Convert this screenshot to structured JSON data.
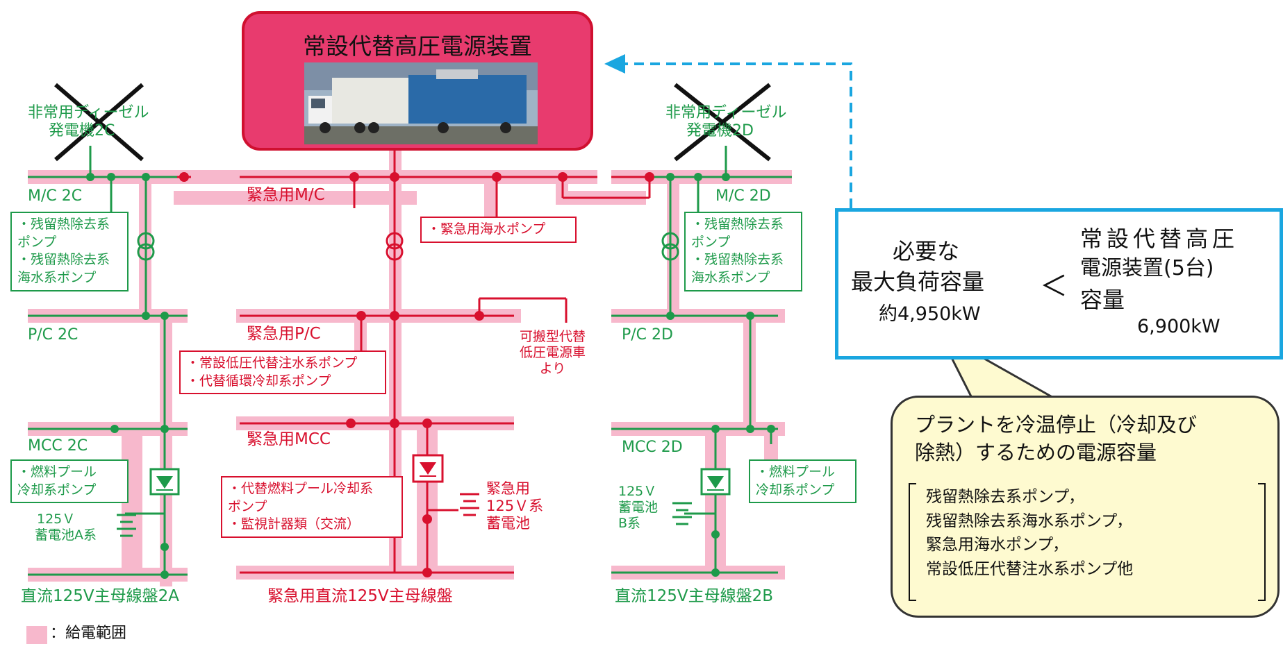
{
  "source": {
    "title": "常設代替高圧電源装置"
  },
  "generators": {
    "left": {
      "line1": "非常用ディーゼル",
      "line2": "発電機2C"
    },
    "right": {
      "line1": "非常用ディーゼル",
      "line2": "発電機2D"
    }
  },
  "buses": {
    "mc_2c": "M/C 2C",
    "mc_2d": "M/C 2D",
    "emergency_mc": "緊急用M/C",
    "pc_2c": "P/C 2C",
    "pc_2d": "P/C 2D",
    "emergency_pc": "緊急用P/C",
    "mcc_2c": "MCC 2C",
    "mcc_2d": "MCC 2D",
    "emergency_mcc": "緊急用MCC",
    "dc_2a": "直流125V主母線盤2A",
    "dc_2b": "直流125V主母線盤2B",
    "dc_emergency": "緊急用直流125V主母線盤"
  },
  "loads": {
    "left_mc": [
      "・残留熱除去系",
      "ポンプ",
      "・残留熱除去系",
      "海水系ポンプ"
    ],
    "right_mc": [
      "・残留熱除去系",
      "ポンプ",
      "・残留熱除去系",
      "海水系ポンプ"
    ],
    "emergency_seawater": "・緊急用海水ポンプ",
    "emergency_pc_loads": [
      "・常設低圧代替注水系ポンプ",
      "・代替循環冷却系ポンプ"
    ],
    "left_mcc": [
      "・燃料プール",
      "冷却系ポンプ"
    ],
    "right_mcc": [
      "・燃料プール",
      "冷却系ポンプ"
    ],
    "emergency_mcc_loads": [
      "・代替燃料プール冷却系",
      "ポンプ",
      "・監視計器類（交流）"
    ]
  },
  "batteries": {
    "a": [
      "125Ｖ",
      "蓄電池A系"
    ],
    "b": [
      "125Ｖ",
      "蓄電池",
      "B系"
    ],
    "emergency": [
      "緊急用",
      "125Ｖ系",
      "蓄電池"
    ]
  },
  "portable": [
    "可搬型代替",
    "低圧電源車",
    "より"
  ],
  "capacity": {
    "required_line1": "必要な",
    "required_line2": "最大負荷容量",
    "required_value": "約4,950kW",
    "operator": "＜",
    "supply_line1": "常設代替高圧",
    "supply_line2": "電源装置(5台)",
    "supply_line3": "容量",
    "supply_value": "6,900kW"
  },
  "callout": {
    "title_line1": "プラントを冷温停止（冷却及び",
    "title_line2": "除熱）するための電源容量",
    "items": [
      "残留熱除去系ポンプ，",
      "残留熱除去系海水系ポンプ，",
      "緊急用海水ポンプ，",
      "常設低圧代替注水系ポンプ他"
    ]
  },
  "legend": {
    "label": "：給電範囲"
  },
  "colors": {
    "supply_range": "#f7b8cc",
    "green_bus": "#1e9a4a",
    "red_bus": "#d8102e",
    "source_fill": "#e83b6e",
    "arrow": "#1aa6e0"
  }
}
